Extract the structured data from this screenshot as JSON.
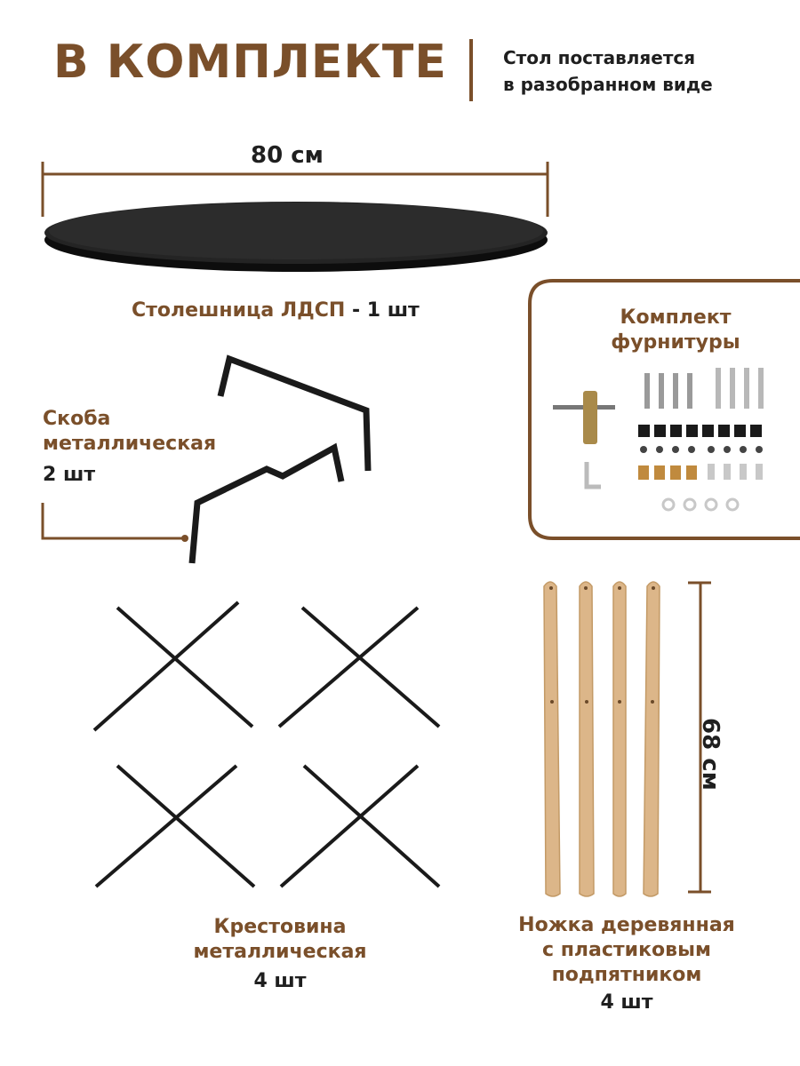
{
  "header": {
    "title": "В КОМПЛЕКТЕ",
    "subtitle_line1": "Стол поставляется",
    "subtitle_line2": "в разобранном виде"
  },
  "tabletop": {
    "width_label": "80 см",
    "name": "Столешница ЛДСП",
    "qty": "- 1 шт"
  },
  "hardware": {
    "line1": "Комплект",
    "line2": "фурнитуры"
  },
  "bracket": {
    "line1": "Скоба",
    "line2": "металлическая",
    "qty": "2 шт"
  },
  "cross": {
    "line1": "Крестовина",
    "line2": "металлическая",
    "qty": "4 шт"
  },
  "leg": {
    "height_label": "68 см",
    "line1": "Ножка деревянная",
    "line2": "с пластиковым",
    "line3": "подпятником",
    "qty": "4 шт"
  },
  "colors": {
    "accent_brown": "#7a4f2a",
    "tabletop": "#1e1e1e",
    "wood": "#d8b07e",
    "metal": "#1a1a1a"
  }
}
